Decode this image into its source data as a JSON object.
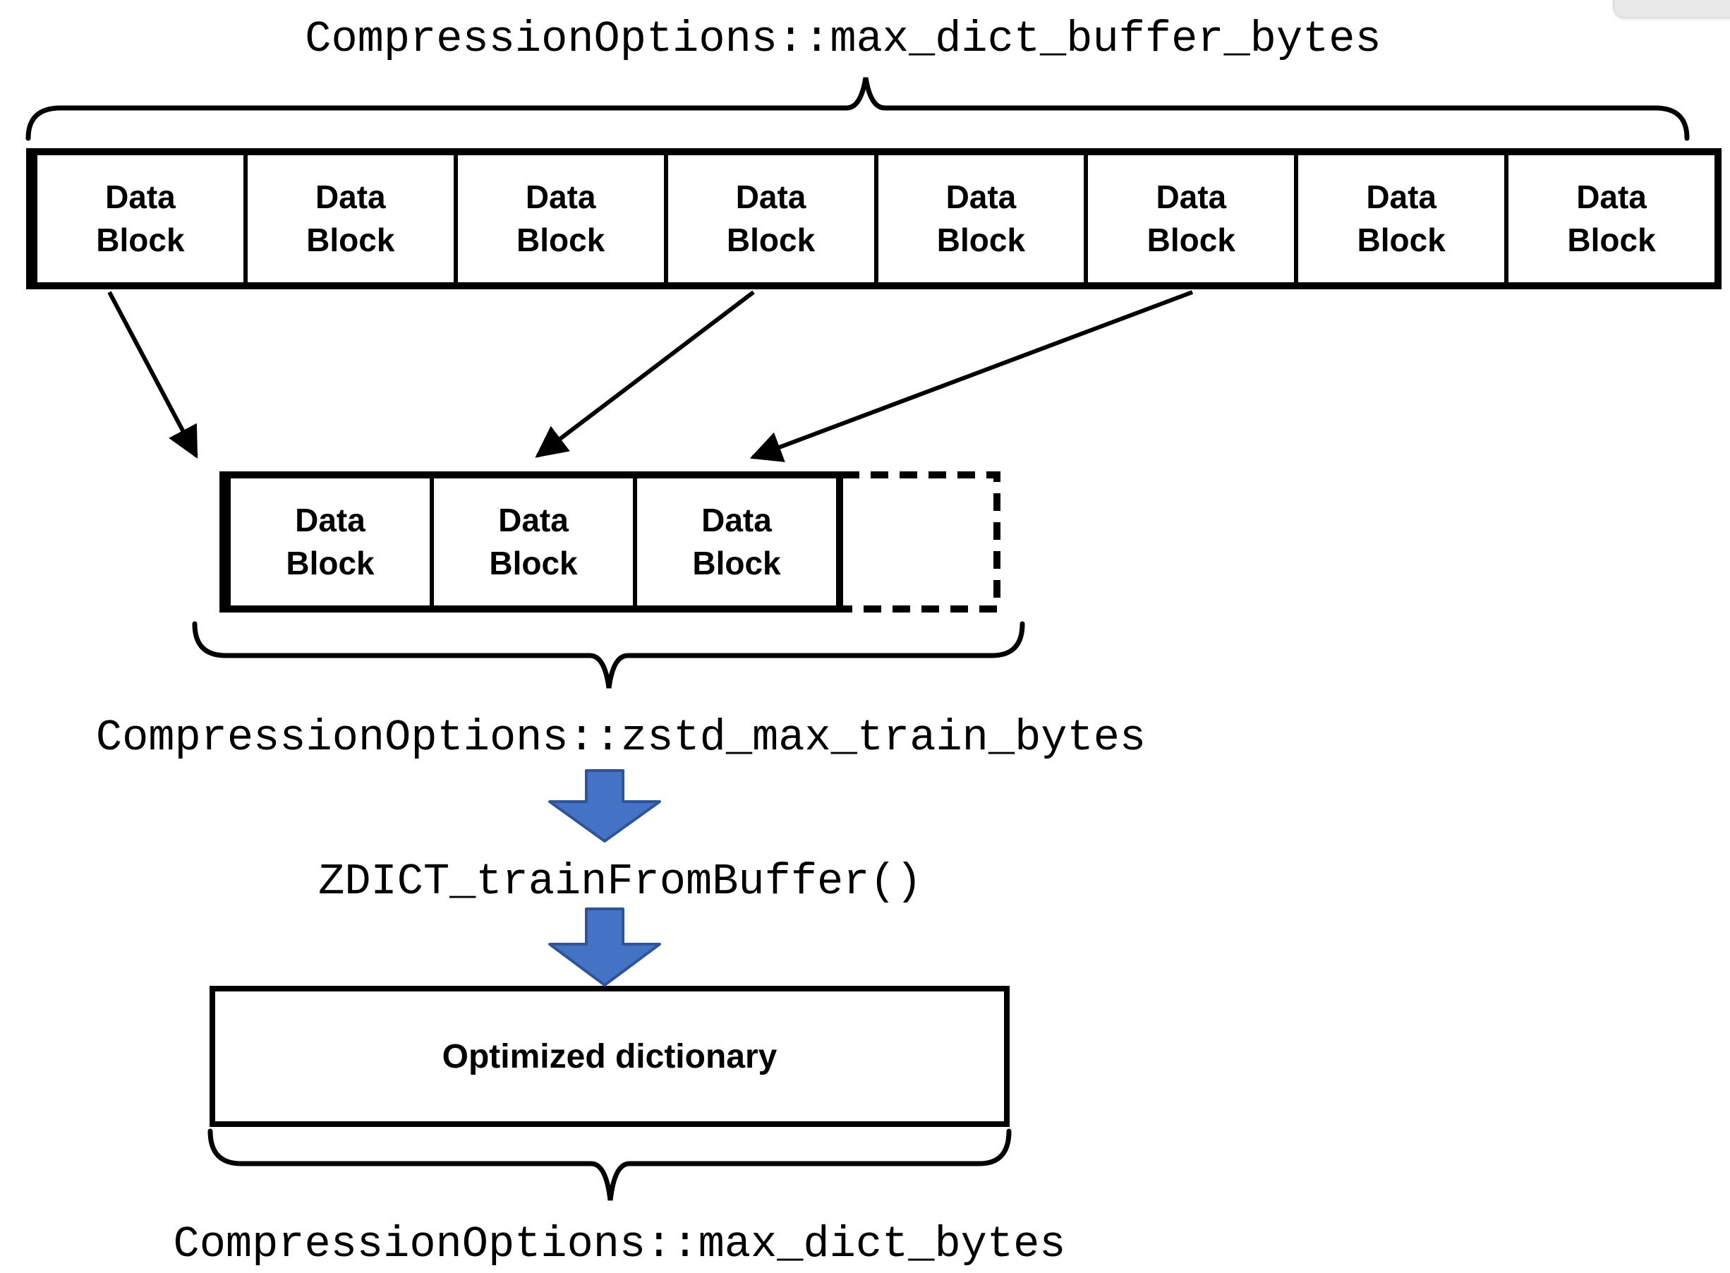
{
  "labels": {
    "top": "CompressionOptions::max_dict_buffer_bytes",
    "train": "CompressionOptions::zstd_max_train_bytes",
    "zdict_fn": "ZDICT_trainFromBuffer()",
    "max_dict": "CompressionOptions::max_dict_bytes"
  },
  "buffer_row": {
    "blocks": [
      "Data\nBlock",
      "Data\nBlock",
      "Data\nBlock",
      "Data\nBlock",
      "Data\nBlock",
      "Data\nBlock",
      "Data\nBlock",
      "Data\nBlock"
    ]
  },
  "sample_row": {
    "blocks": [
      "Data\nBlock",
      "Data\nBlock",
      "Data\nBlock"
    ]
  },
  "dictionary_box": {
    "label": "Optimized dictionary"
  },
  "colors": {
    "line": "#000000",
    "arrow_fill": "#4472C4",
    "arrow_stroke": "#2F5597",
    "chrome_pill": "#e9e9e9"
  }
}
